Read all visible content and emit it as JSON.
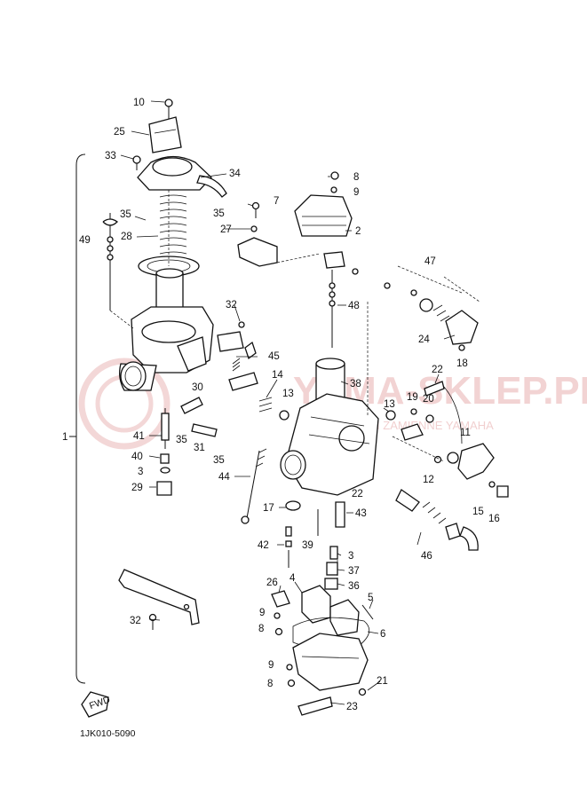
{
  "diagram": {
    "drawing_code": "1JK010-5090",
    "watermark_main": "YAMA-SKLEP.PL",
    "watermark_sub": "CZĘŚCI ZAMIENNE YAMAHA",
    "fwd_label": "FWD",
    "bracket_label": "1",
    "callouts": [
      "10",
      "25",
      "33",
      "34",
      "35",
      "35",
      "49",
      "28",
      "27",
      "7",
      "8",
      "9",
      "2",
      "47",
      "32",
      "45",
      "24",
      "18",
      "48",
      "38",
      "14",
      "13",
      "13",
      "19",
      "20",
      "22",
      "11",
      "30",
      "41",
      "35",
      "31",
      "35",
      "40",
      "3",
      "29",
      "44",
      "12",
      "15",
      "16",
      "17",
      "22",
      "43",
      "42",
      "39",
      "3",
      "37",
      "36",
      "46",
      "26",
      "4",
      "5",
      "9",
      "8",
      "6",
      "32",
      "9",
      "8",
      "21",
      "23"
    ]
  }
}
